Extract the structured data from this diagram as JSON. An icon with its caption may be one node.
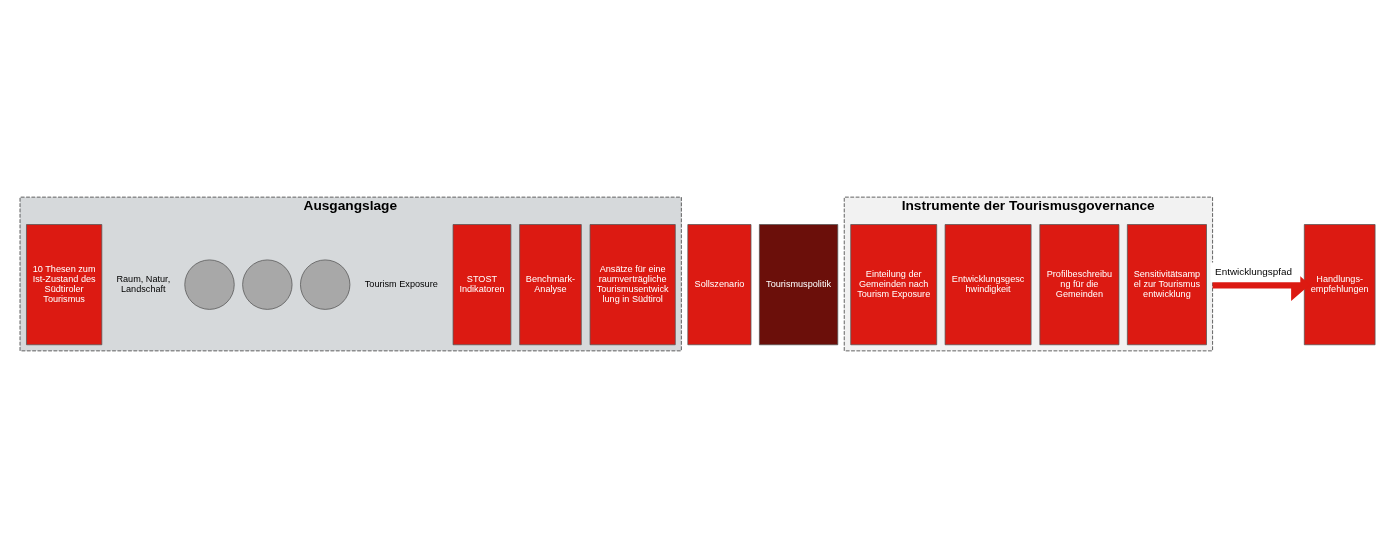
{
  "diagram": {
    "nodes": [
      {
        "text": [
          "Ausgangslage"
        ]
      },
      {
        "text": [
          "10 Thesen zum Ist-Zustand des Südtiroler Tourismus"
        ],
        "in": 0
      },
      {
        "text": [
          "Raum, Natur, Landschaft"
        ],
        "in": 0
      },
      {
        "text": [],
        "shape": "circle",
        "in": 0
      },
      {
        "text": [],
        "shape": "circle",
        "in": 0
      },
      {
        "text": [],
        "shape": "circle",
        "in": 0
      },
      {
        "text": [
          "Tourism Exposure"
        ],
        "in": 0
      },
      {
        "text": [
          "STOST Indikatoren"
        ],
        "in": 0
      },
      {
        "text": [
          "Benchmark-Analyse"
        ],
        "in": 0
      },
      {
        "text": [
          "Ansätze für eine raumverträgliche Tourismusentwicklung in Südtirol"
        ],
        "in": 0
      },
      {
        "text": [
          "Sollszenario"
        ]
      },
      {
        "text": [
          "Tourismuspolitik"
        ]
      },
      {
        "text": [
          "Instrumente der Tourismusgovernance"
        ]
      },
      {
        "text": [
          "Einteilung der Gemeinden nach Tourism Exposure"
        ],
        "in": 12
      },
      {
        "text": [
          "Entwicklungsgeschwindigkeit"
        ],
        "in": 12
      },
      {
        "text": [
          "Profilbeschreibung für die Gemeinden"
        ],
        "in": 12
      },
      {
        "text": [
          "Sensitivitätsampel zur Tourismusentwicklung"
        ],
        "in": 12
      },
      {
        "text": [
          "Handlungs-empfehlungen"
        ]
      }
    ],
    "edges": [
      {
        "from": 12,
        "to": 17,
        "arrow": "to",
        "label": "Entwicklungspfad"
      }
    ]
  }
}
